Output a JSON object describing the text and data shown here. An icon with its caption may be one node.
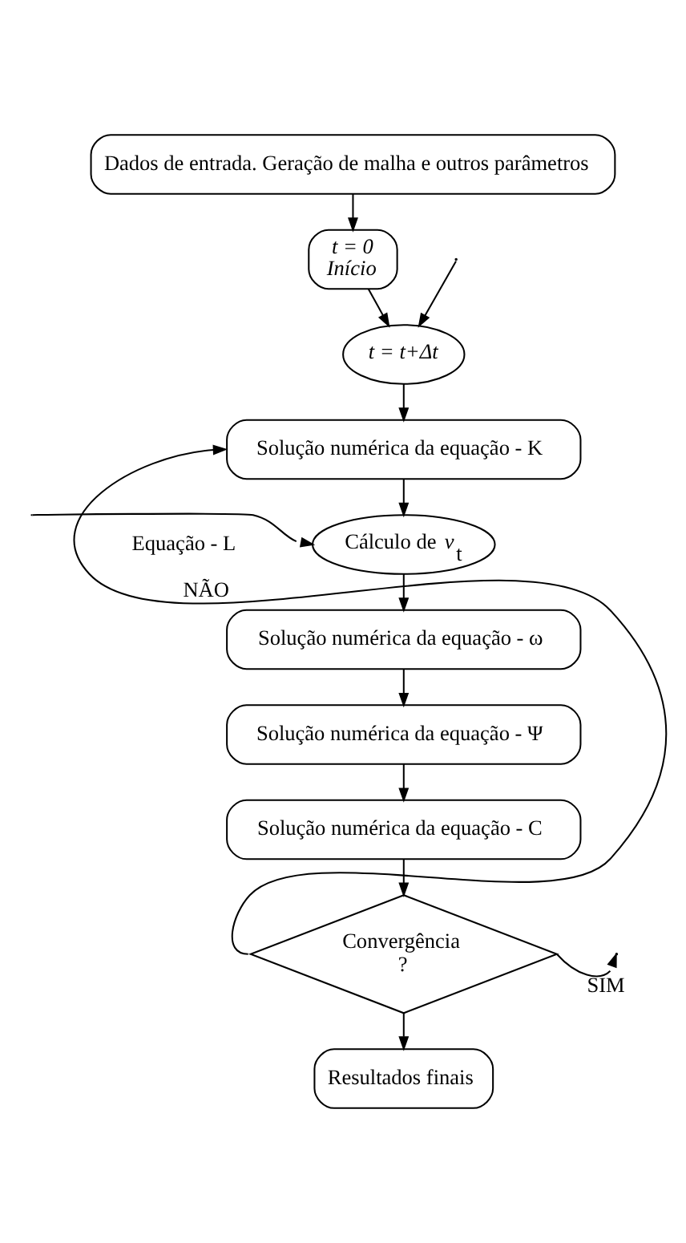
{
  "diagram": {
    "nodes": [
      {
        "text": [
          "Dados de entrada. Geração de malha e outros parâmetros"
        ]
      },
      {
        "text": [
          "*t = 0*",
          "*Início*"
        ]
      },
      {
        "text": [
          "*t = t+Δt*"
        ]
      },
      {
        "text": [
          "Solução numérica da equação - K"
        ]
      },
      {
        "text": [
          "Cálculo de *ν*$_{t}$"
        ]
      },
      {
        "text": [
          "Equação - L"
        ]
      },
      {
        "text": [
          "Solução numérica da equação - ω"
        ]
      },
      {
        "text": [
          "Solução numérica da equação - Ψ"
        ]
      },
      {
        "text": [
          "Solução numérica da equação - C"
        ]
      },
      {
        "text": [
          "Convergência",
          "?"
        ]
      },
      {
        "text": [
          "Resultados finais"
        ]
      }
    ],
    "edges": [
      {
        "from": 0,
        "to": 1,
        "arrow": "to"
      },
      {
        "from": 1,
        "to": 2,
        "arrow": "to"
      },
      {
        "from": null,
        "to": 2,
        "arrow": "to"
      },
      {
        "from": 2,
        "to": 3,
        "arrow": "to"
      },
      {
        "from": 3,
        "to": 4,
        "arrow": "to"
      },
      {
        "from": 5,
        "to": 4,
        "arrow": "to"
      },
      {
        "from": 4,
        "to": 6,
        "arrow": "to"
      },
      {
        "from": 6,
        "to": 7,
        "arrow": "to"
      },
      {
        "from": 7,
        "to": 8,
        "arrow": "to"
      },
      {
        "from": 8,
        "to": 9,
        "arrow": "to"
      },
      {
        "from": 9,
        "to": 3,
        "arrow": "to",
        "label": "NÃO"
      },
      {
        "from": 9,
        "to": null,
        "arrow": "to",
        "label": "SIM"
      },
      {
        "from": 9,
        "to": 10,
        "arrow": "to"
      }
    ]
  }
}
